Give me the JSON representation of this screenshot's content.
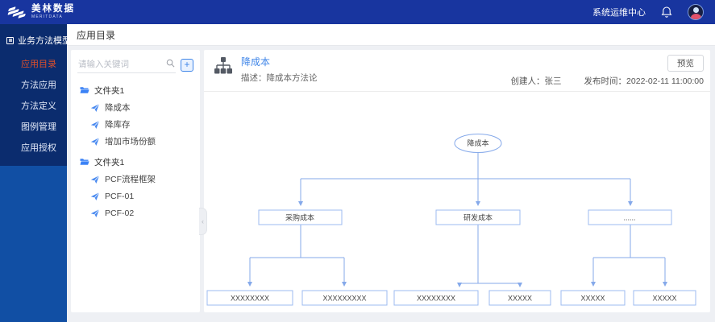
{
  "header": {
    "logo_title": "美林数据",
    "logo_subtitle": "MERITDATA",
    "ops_center": "系统运维中心"
  },
  "sidebar": {
    "group_label": "业务方法模型",
    "items": [
      {
        "label": "应用目录",
        "active": true
      },
      {
        "label": "方法应用",
        "active": false
      },
      {
        "label": "方法定义",
        "active": false
      },
      {
        "label": "图例管理",
        "active": false
      },
      {
        "label": "应用授权",
        "active": false
      }
    ]
  },
  "tabbar": {
    "tab": "应用目录"
  },
  "catalog": {
    "search_placeholder": "请输入关键词",
    "add_button": "+",
    "collapse_glyph": "‹",
    "tree": [
      {
        "type": "folder",
        "label": "文件夹1"
      },
      {
        "type": "item",
        "label": "降成本"
      },
      {
        "type": "item",
        "label": "降库存"
      },
      {
        "type": "item",
        "label": "增加市场份额"
      },
      {
        "type": "folder",
        "label": "文件夹1"
      },
      {
        "type": "item",
        "label": "PCF流程框架"
      },
      {
        "type": "item",
        "label": "PCF-01"
      },
      {
        "type": "item",
        "label": "PCF-02"
      }
    ]
  },
  "detail": {
    "title": "降成本",
    "description": "描述：降成本方法论",
    "creator": "创建人：张三",
    "publish_time": "发布时间：2022-02-11 11:00:00",
    "preview_button": "预览"
  },
  "flowchart": {
    "root": "降成本",
    "level2": [
      "采购成本",
      "研发成本",
      "......"
    ],
    "level3": [
      "XXXXXXXX",
      "XXXXXXXXX",
      "XXXXXXXX",
      "XXXXX",
      "XXXXX",
      "XXXXX"
    ]
  },
  "colors": {
    "header_bg": "#18359f",
    "sidebar_bg": "#114fa4",
    "menu_block_bg": "#0b2c6e",
    "active_menu": "#e0502a",
    "accent_blue": "#4086e8",
    "flow_line": "#85a9ea",
    "flow_box_border": "#9cbbf0"
  }
}
